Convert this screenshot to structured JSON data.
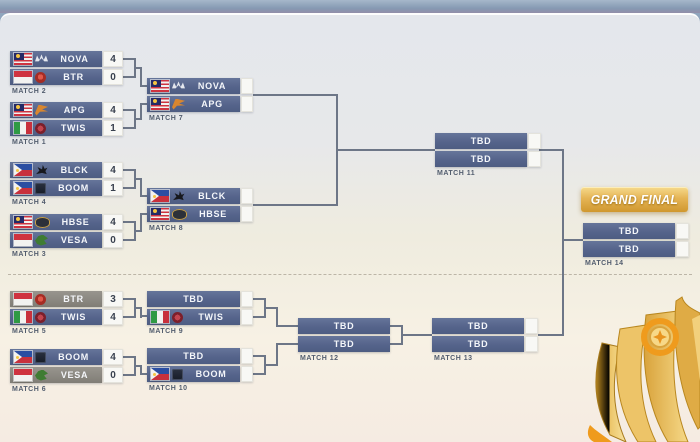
{
  "banner": {
    "grand_final": "GRAND FINAL"
  },
  "matches": {
    "m2": {
      "label": "MATCH 2",
      "rows": [
        {
          "team": "NOVA",
          "flag": "malaysia",
          "logo": "nova",
          "score": "4"
        },
        {
          "team": "BTR",
          "flag": "indonesia",
          "logo": "btr",
          "score": "0"
        }
      ]
    },
    "m1": {
      "label": "MATCH 1",
      "rows": [
        {
          "team": "APG",
          "flag": "malaysia",
          "logo": "apg",
          "score": "4"
        },
        {
          "team": "TWIS",
          "flag": "italy",
          "logo": "twis",
          "score": "1"
        }
      ]
    },
    "m4": {
      "label": "MATCH 4",
      "rows": [
        {
          "team": "BLCK",
          "flag": "philippines",
          "logo": "blck",
          "score": "4"
        },
        {
          "team": "BOOM",
          "flag": "philippines",
          "logo": "boom",
          "score": "1"
        }
      ]
    },
    "m3": {
      "label": "MATCH 3",
      "rows": [
        {
          "team": "HBSE",
          "flag": "malaysia",
          "logo": "hbse",
          "score": "4"
        },
        {
          "team": "VESA",
          "flag": "indonesia",
          "logo": "vesa",
          "score": "0"
        }
      ]
    },
    "m5": {
      "label": "MATCH 5",
      "rows": [
        {
          "team": "BTR",
          "flag": "indonesia",
          "logo": "btr",
          "score": "3",
          "eliminated": true
        },
        {
          "team": "TWIS",
          "flag": "italy",
          "logo": "twis",
          "score": "4"
        }
      ]
    },
    "m6": {
      "label": "MATCH 6",
      "rows": [
        {
          "team": "BOOM",
          "flag": "philippines",
          "logo": "boom",
          "score": "4"
        },
        {
          "team": "VESA",
          "flag": "indonesia",
          "logo": "vesa",
          "score": "0",
          "eliminated": true
        }
      ]
    },
    "m7": {
      "label": "MATCH 7",
      "rows": [
        {
          "team": "NOVA",
          "flag": "malaysia",
          "logo": "nova",
          "score": ""
        },
        {
          "team": "APG",
          "flag": "malaysia",
          "logo": "apg",
          "score": ""
        }
      ]
    },
    "m8": {
      "label": "MATCH 8",
      "rows": [
        {
          "team": "BLCK",
          "flag": "philippines",
          "logo": "blck",
          "score": ""
        },
        {
          "team": "HBSE",
          "flag": "malaysia",
          "logo": "hbse",
          "score": ""
        }
      ]
    },
    "m9": {
      "label": "MATCH 9",
      "rows": [
        {
          "team": "TBD",
          "score": ""
        },
        {
          "team": "TWIS",
          "flag": "italy",
          "logo": "twis",
          "score": ""
        }
      ]
    },
    "m10": {
      "label": "MATCH 10",
      "rows": [
        {
          "team": "TBD",
          "score": ""
        },
        {
          "team": "BOOM",
          "flag": "philippines",
          "logo": "boom",
          "score": ""
        }
      ]
    },
    "m11": {
      "label": "MATCH 11",
      "rows": [
        {
          "team": "TBD",
          "score": ""
        },
        {
          "team": "TBD",
          "score": ""
        }
      ]
    },
    "m12": {
      "label": "MATCH 12",
      "rows": [
        {
          "team": "TBD"
        },
        {
          "team": "TBD"
        }
      ]
    },
    "m13": {
      "label": "MATCH 13",
      "rows": [
        {
          "team": "TBD",
          "score": ""
        },
        {
          "team": "TBD",
          "score": ""
        }
      ]
    },
    "m14": {
      "label": "MATCH 14",
      "rows": [
        {
          "team": "TBD",
          "score": ""
        },
        {
          "team": "TBD",
          "score": ""
        }
      ]
    }
  },
  "icons": {
    "malaysia": "malaysia-flag",
    "indonesia": "indonesia-flag",
    "philippines": "philippines-flag",
    "italy": "italy-flag",
    "nova": "nova-team-logo",
    "btr": "btr-team-logo",
    "apg": "apg-team-logo",
    "twis": "twis-team-logo",
    "blck": "blck-team-logo",
    "boom": "boom-team-logo",
    "hbse": "hbse-team-logo",
    "vesa": "vesa-team-logo",
    "trophy": "gold-trophy"
  },
  "colors": {
    "bar_blue": "#56658b",
    "bar_gray": "#8d8a83",
    "score_box": "#f8f8f5",
    "connector": "#6d7687",
    "banner_gold": "#e0ac49",
    "panel_top": "#e4e7ec",
    "panel_bottom": "#f5ebe2",
    "top_band": "#8fa5bd"
  }
}
